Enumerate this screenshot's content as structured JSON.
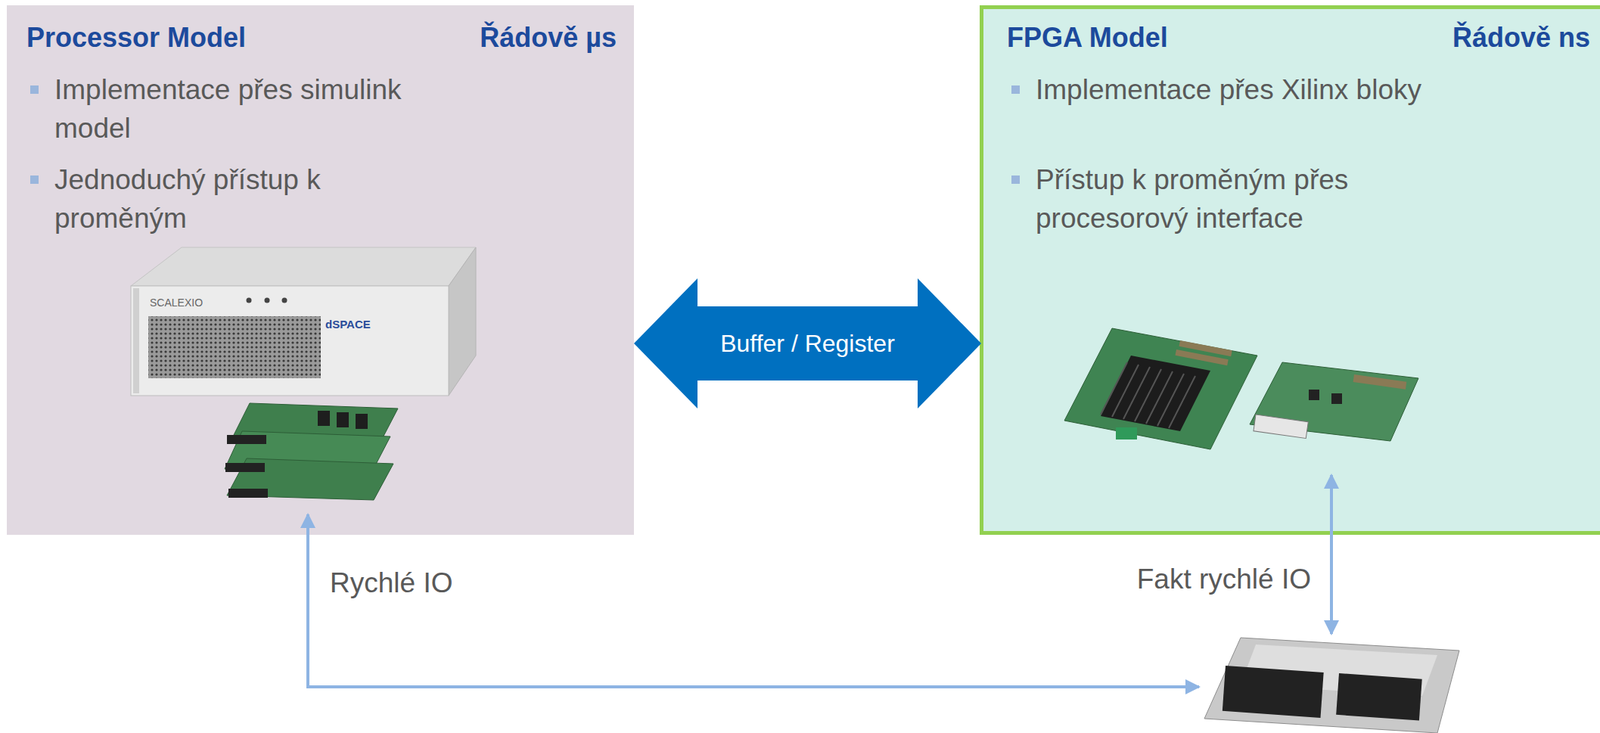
{
  "diagram": {
    "nodes": [
      {
        "text": [
          "Processor Model",
          "Řádově µs",
          "Implementace přes simulink model",
          "Jednoduchý přístup k proměným"
        ]
      },
      {
        "text": [
          "FPGA Model",
          "Řádově ns",
          "Implementace přes Xilinx bloky",
          "Přístup k proměným přes procesorový interface"
        ]
      }
    ],
    "edges": [
      {
        "from": 0,
        "to": 1,
        "arrow": "both",
        "label": "Buffer / Register"
      }
    ],
    "labels": [
      "SCALEXIO",
      "dSPACE",
      "Rychlé IO",
      "Fakt rychlé IO"
    ]
  }
}
